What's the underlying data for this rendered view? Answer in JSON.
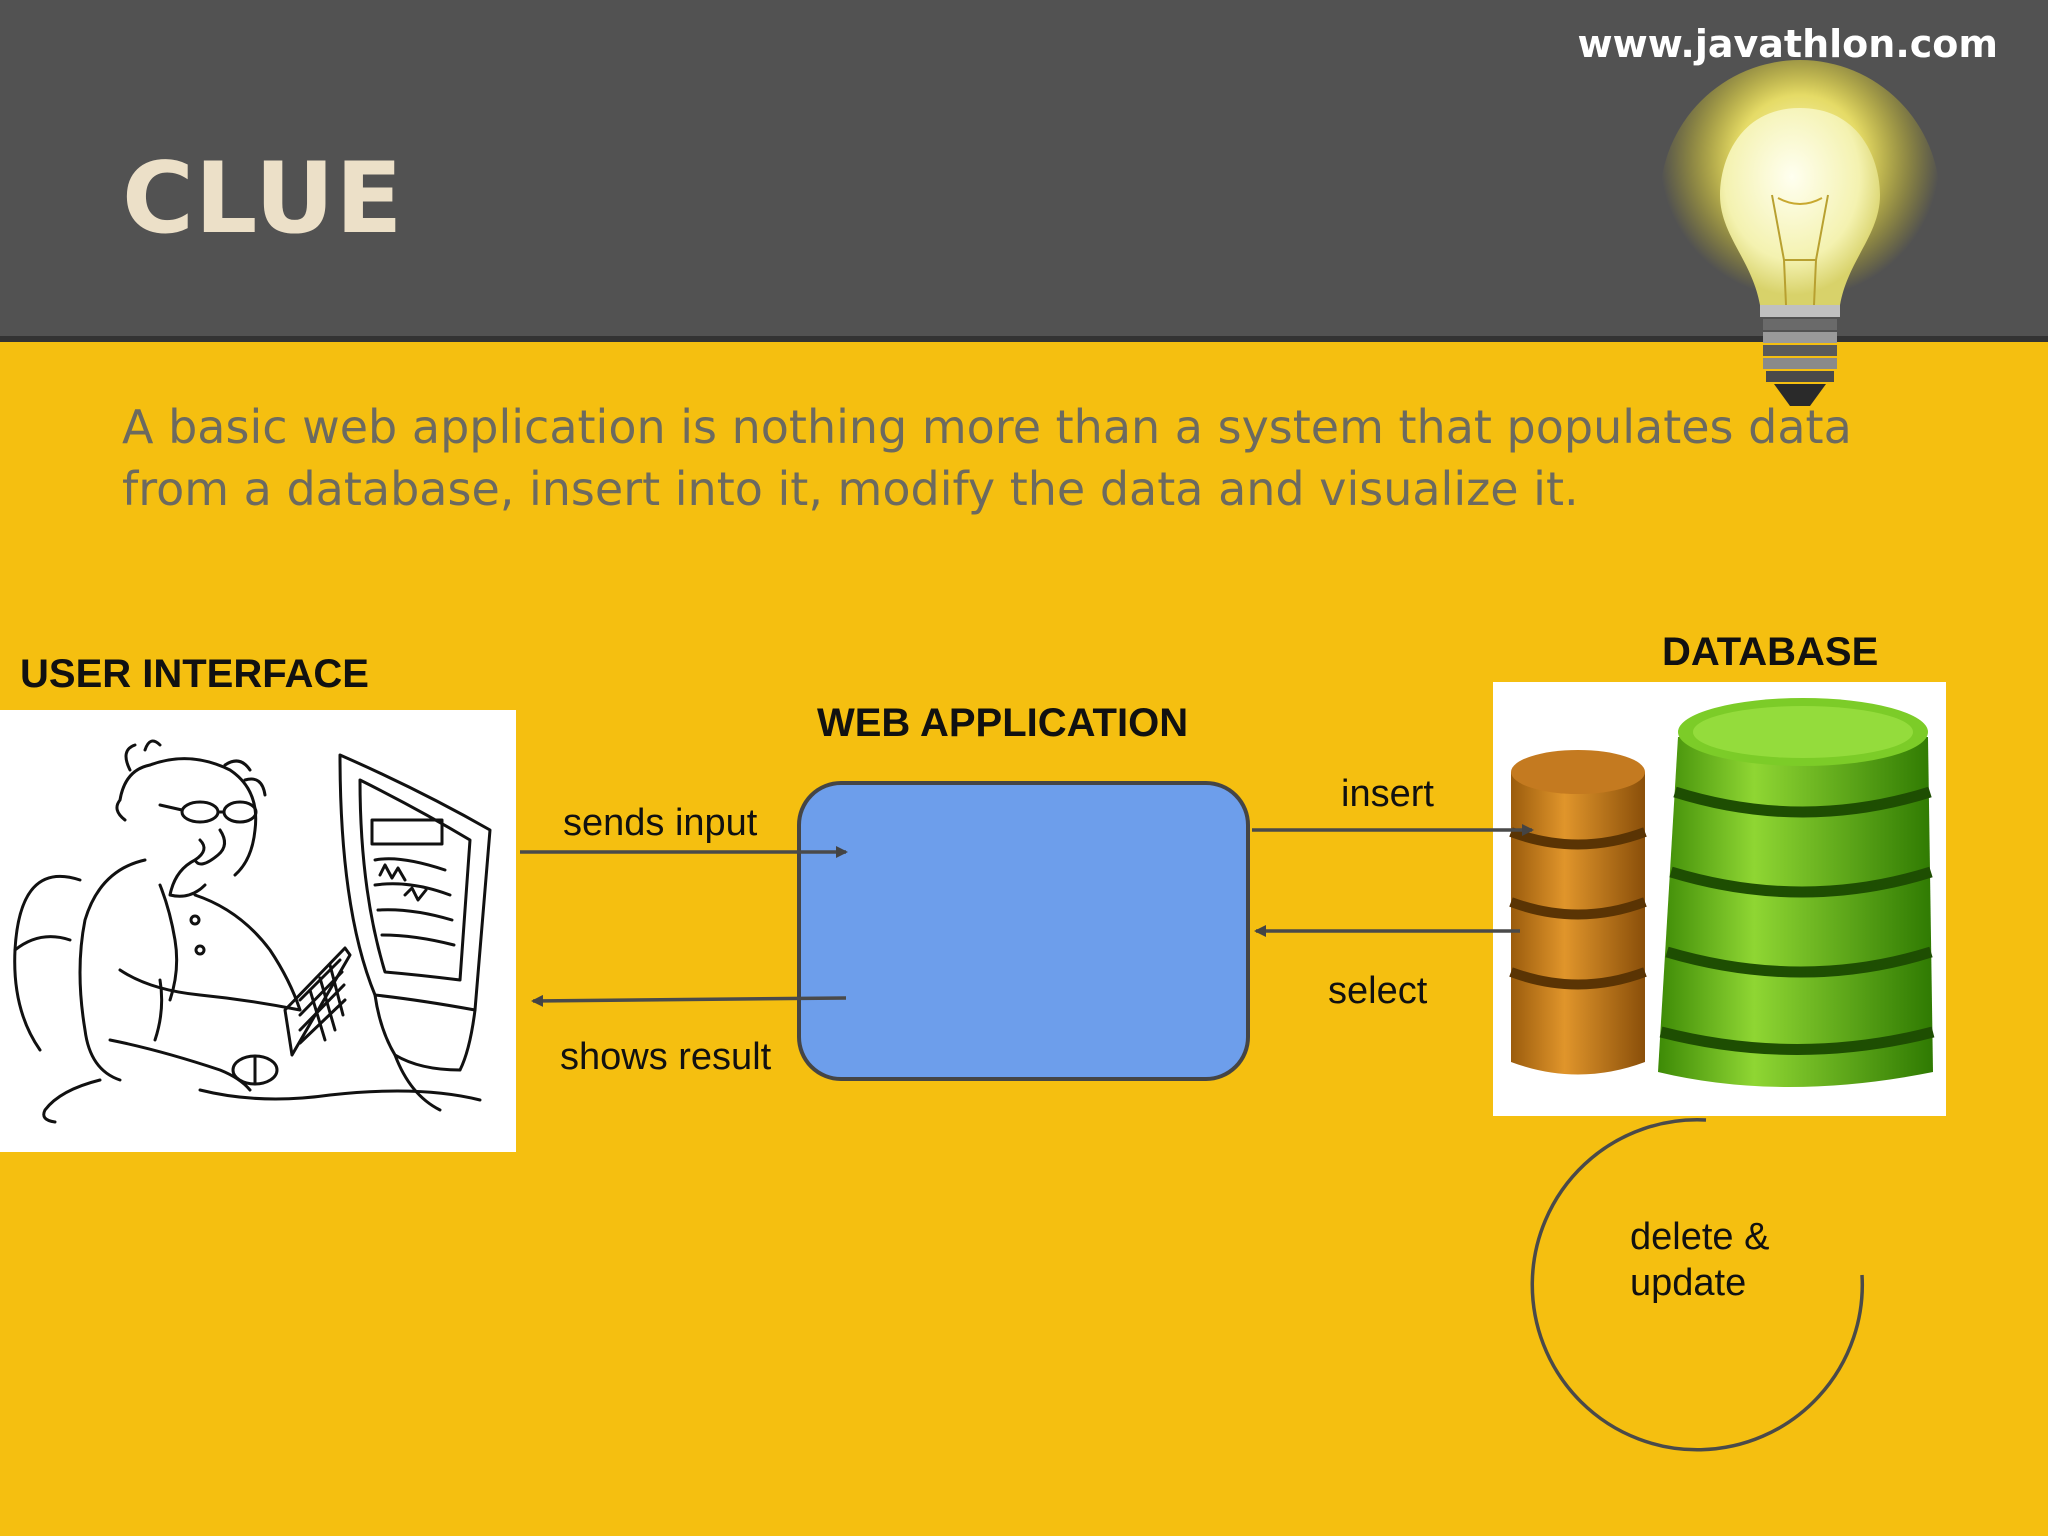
{
  "header": {
    "site_url": "www.javathlon.com",
    "title": "CLUE"
  },
  "intro": {
    "line1": "A basic web application is nothing more than a system that populates data",
    "line2": "from a database, insert into it, modify the data and visualize it."
  },
  "diagram": {
    "user_interface_label": "USER INTERFACE",
    "web_application_label": "WEB APPLICATION",
    "database_label": "DATABASE",
    "sends_input": "sends input",
    "shows_result": "shows result",
    "insert": "insert",
    "select": "select",
    "delete_update_line1": "delete &",
    "delete_update_line2": "update"
  },
  "colors": {
    "background": "#f5bf10",
    "header": "#525252",
    "web_app_box": "#6d9eeb",
    "title": "#ece0c8"
  },
  "icons": [
    "lightbulb-icon",
    "user-at-computer-illustration",
    "database-cylinders-icon"
  ]
}
